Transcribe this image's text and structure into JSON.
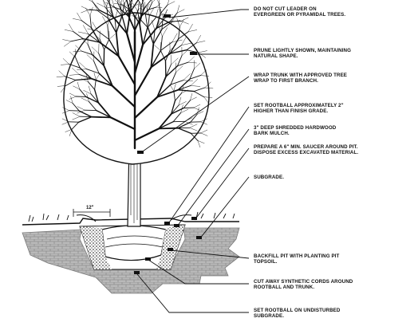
{
  "notes": [
    {
      "id": "n1",
      "lines": [
        "DO NOT CUT LEADER ON",
        "EVERGREEN OR PYRAMIDAL TREES."
      ]
    },
    {
      "id": "n2",
      "lines": [
        "PRUNE LIGHTLY SHOWN, MAINTAINING",
        "NATURAL SHAPE."
      ]
    },
    {
      "id": "n3",
      "lines": [
        "WRAP TRUNK WITH APPROVED TREE",
        "WRAP TO FIRST BRANCH."
      ]
    },
    {
      "id": "n4",
      "lines": [
        "SET ROOTBALL APPROXIMATELY 2\"",
        "HIGHER THAN FINISH GRADE."
      ]
    },
    {
      "id": "n5",
      "lines": [
        "3\" DEEP SHREDDED HARDWOOD",
        "BARK MULCH."
      ]
    },
    {
      "id": "n6",
      "lines": [
        "PREPARE A 6\" MIN. SAUCER AROUND PIT.",
        "DISPOSE EXCESS EXCAVATED MATERIAL."
      ]
    },
    {
      "id": "n7",
      "lines": [
        "SUBGRADE."
      ]
    },
    {
      "id": "n8",
      "lines": [
        "BACKFILL PIT WITH PLANTING PIT",
        "TOPSOIL."
      ]
    },
    {
      "id": "n9",
      "lines": [
        "CUT AWAY SYNTHETIC CORDS AROUND",
        "ROOTBALL AND TRUNK."
      ]
    },
    {
      "id": "n10",
      "lines": [
        "SET ROOTBALL ON UNDISTURBED",
        "SUBGRADE."
      ]
    }
  ],
  "dimension_label": "12\"",
  "colors": {
    "ink": "#111111",
    "soil": "#b4b4b4",
    "soil_dark": "#8a8a8a",
    "paper": "#ffffff"
  }
}
